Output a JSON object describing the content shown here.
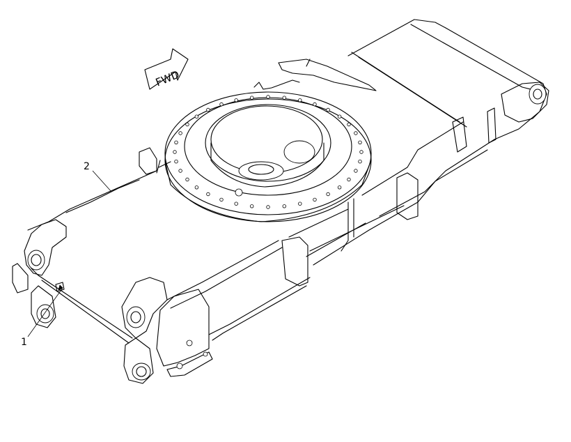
{
  "diagram": {
    "direction_arrow": {
      "label": "FWD",
      "icon": "fwd-arrow-icon"
    },
    "callouts": [
      {
        "id": "1",
        "label": "1"
      },
      {
        "id": "2",
        "label": "2"
      }
    ]
  }
}
